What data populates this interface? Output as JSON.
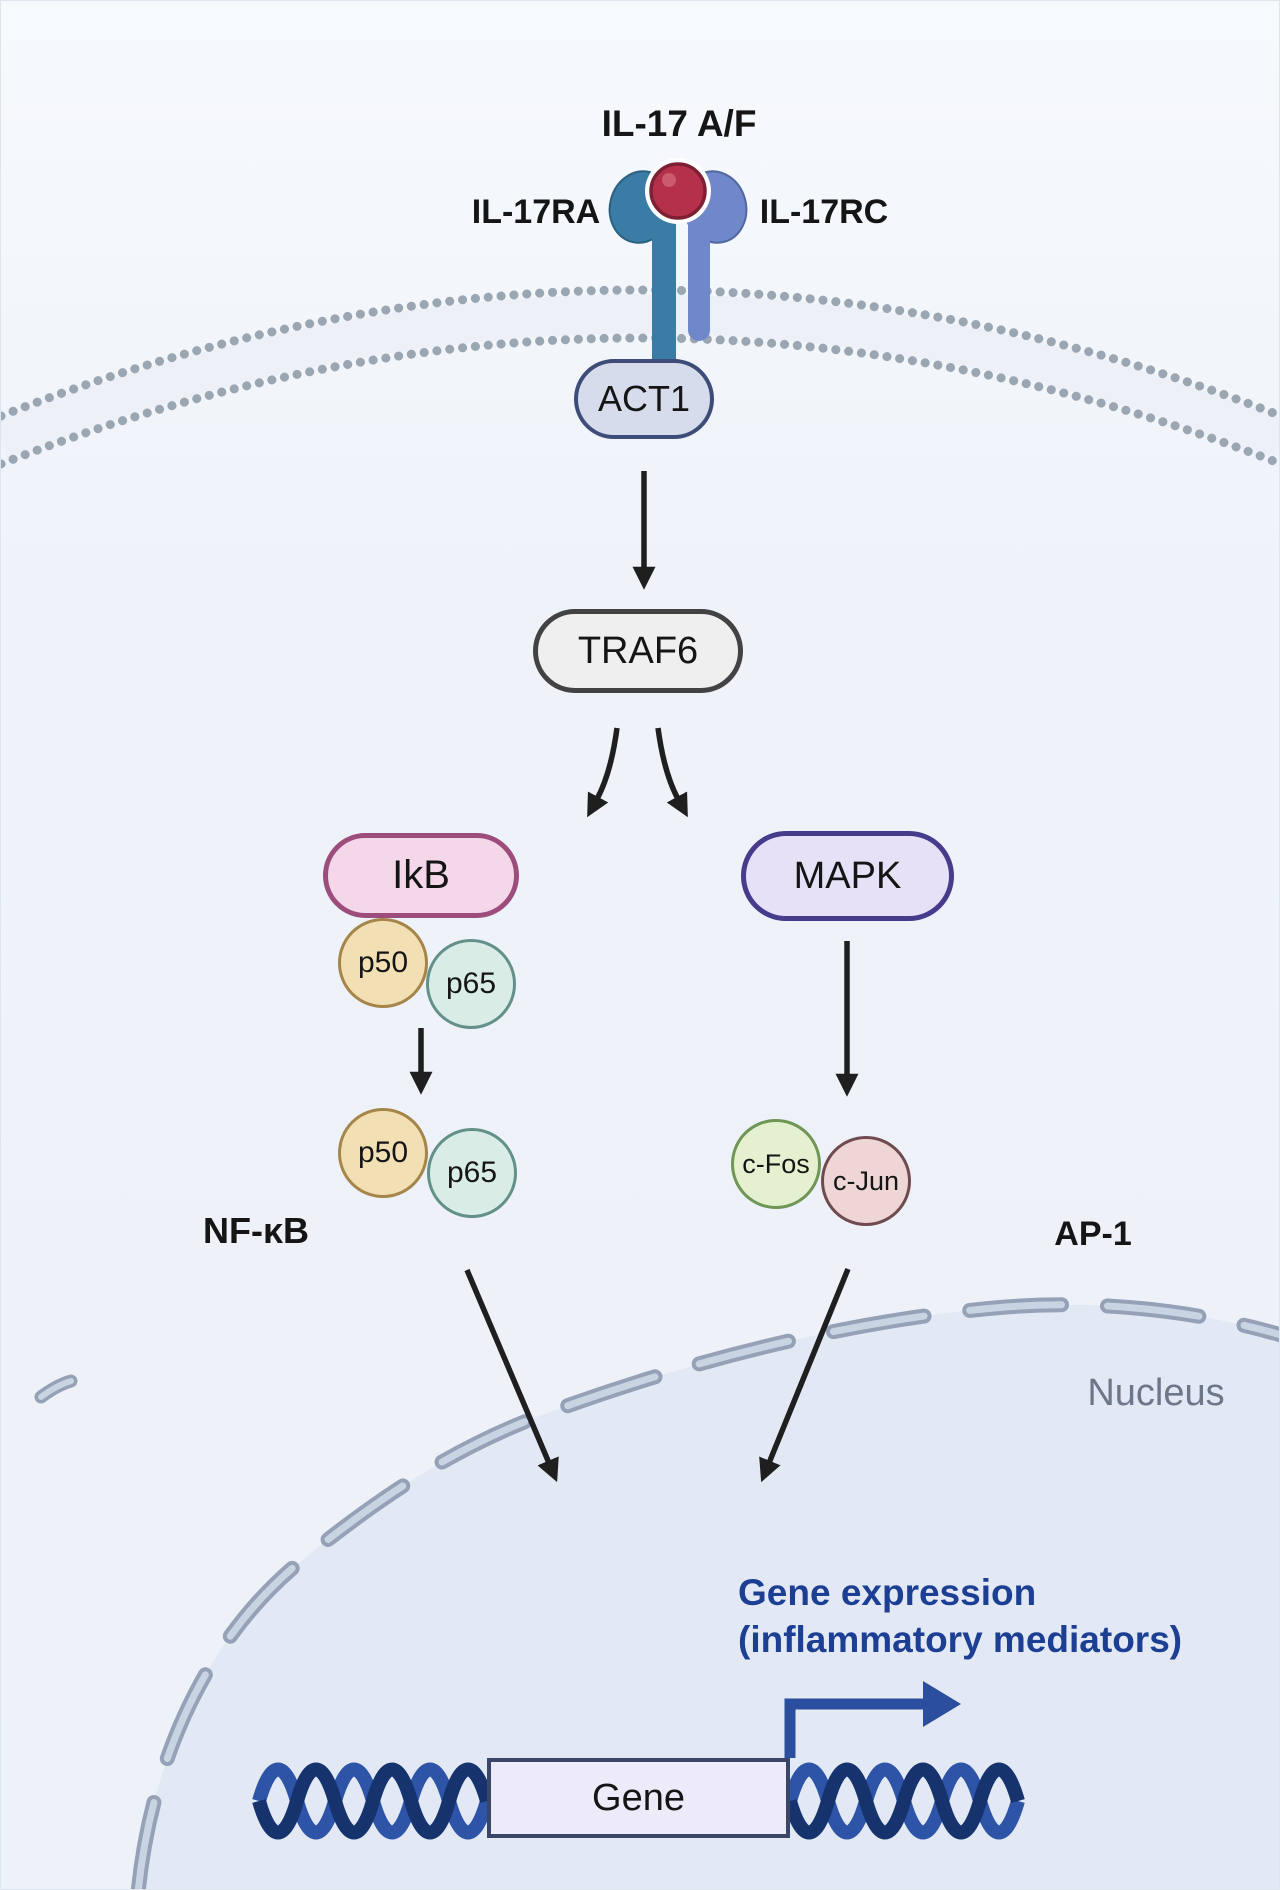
{
  "diagram": {
    "ligand_label": "IL-17 A/F",
    "receptor_left_label": "IL-17RA",
    "receptor_right_label": "IL-17RC",
    "adapter_label": "ACT1",
    "traf6_label": "TRAF6",
    "left_branch": {
      "node_label": "IkB",
      "subunit1_label": "p50",
      "subunit2_label": "p65",
      "complex_label": "NF-κB"
    },
    "right_branch": {
      "node_label": "MAPK",
      "subunit1_label": "c-Fos",
      "subunit2_label": "c-Jun",
      "complex_label": "AP-1"
    },
    "nucleus_label": "Nucleus",
    "gene_expression_line1": "Gene expression",
    "gene_expression_line2": "(inflammatory mediators)",
    "gene_label": "Gene",
    "colors": {
      "background": "#edf1f8",
      "membrane_dots": "#9ba6b3",
      "receptor_left": "#3a7ca6",
      "receptor_right": "#6e88c9",
      "ligand_ball": "#b5304a",
      "act1_fill": "#d7dcec",
      "act1_border": "#3e4c78",
      "traf6_fill": "#efefef",
      "ikb_fill": "#f4d8e9",
      "ikb_border": "#9c4d7c",
      "mapk_fill": "#e6e1f6",
      "mapk_border": "#473c8b",
      "p50_fill": "#f2e0b4",
      "p65_fill": "#d9ece6",
      "cfos_fill": "#e4f0d0",
      "cjun_fill": "#edd6d5",
      "nucleus_fill": "#e3e9f4",
      "nucleus_dash": "#94a1b6",
      "gene_expression_text": "#1c3f94",
      "dna_dark": "#16336e",
      "dna_light": "#2d54a7",
      "arrow_black": "#1f1f1f"
    }
  }
}
